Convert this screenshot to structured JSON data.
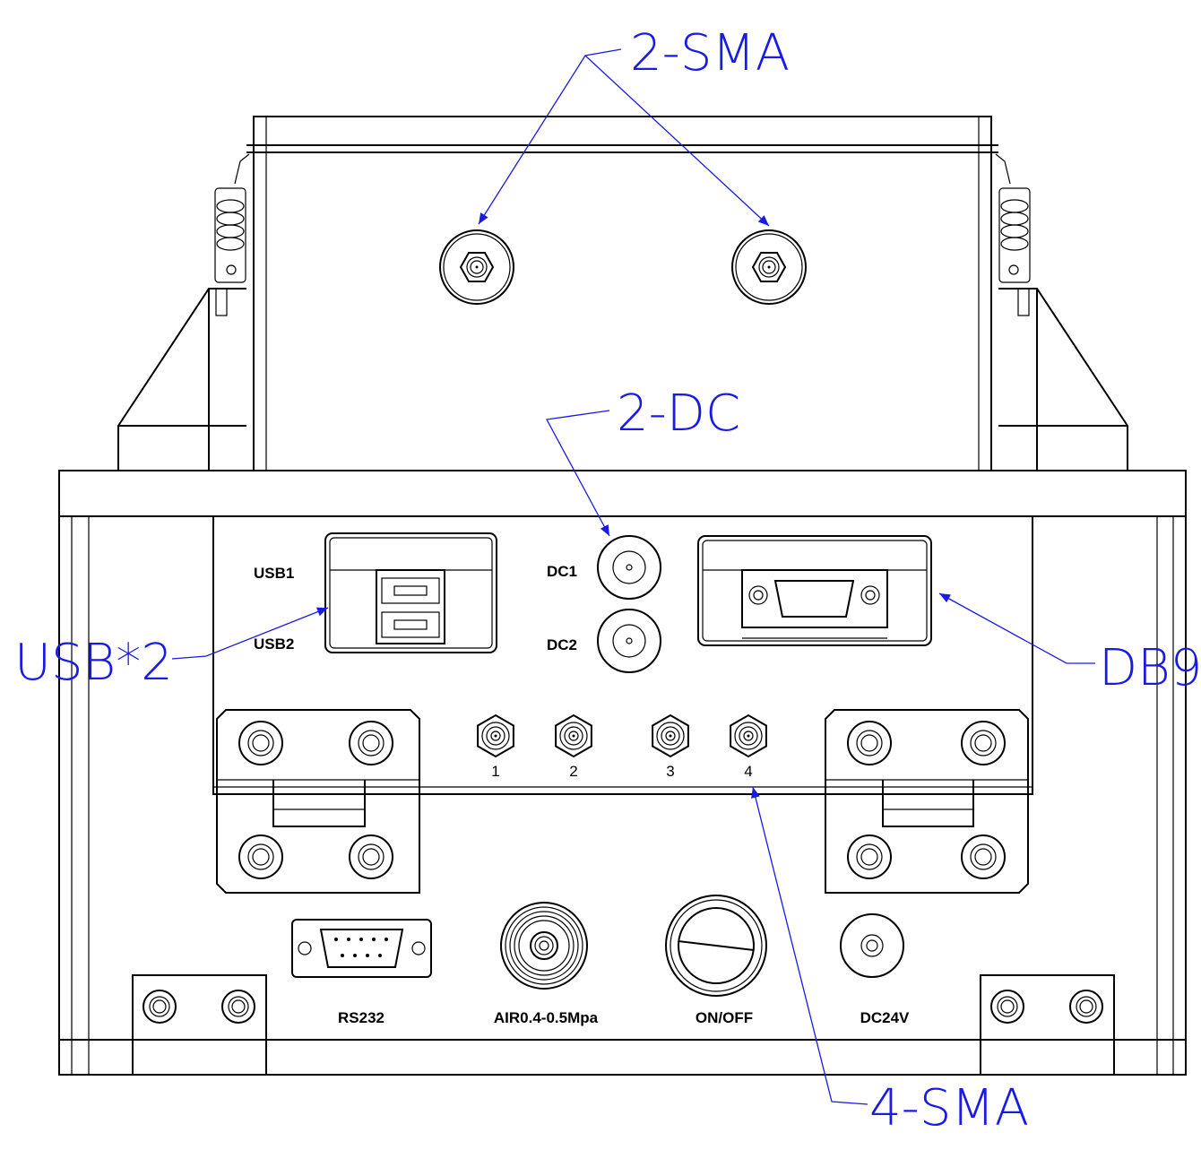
{
  "callouts": {
    "sma_top": "2-SMA",
    "dc": "2-DC",
    "usb": "USB*2",
    "db9": "DB9",
    "sma_bottom": "4-SMA"
  },
  "panel_labels": {
    "usb1": "USB1",
    "usb2": "USB2",
    "dc1": "DC1",
    "dc2": "DC2",
    "rs232": "RS232",
    "air": "AIR0.4-0.5Mpa",
    "onoff": "ON/OFF",
    "dc24v": "DC24V"
  },
  "sma_ports": [
    "1",
    "2",
    "3",
    "4"
  ],
  "colors": {
    "callout": "#1a1ae6",
    "line": "#000000"
  }
}
